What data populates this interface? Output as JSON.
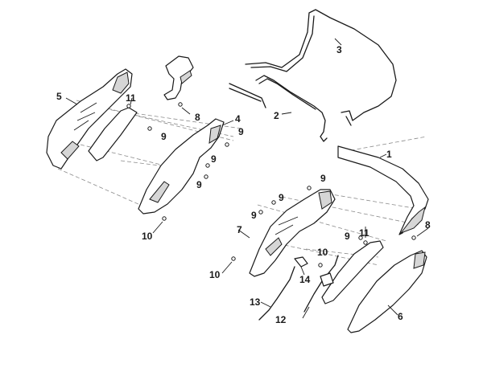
{
  "callouts": {
    "c1": "1",
    "c2": "2",
    "c3": "3",
    "c4": "4",
    "c5": "5",
    "c6": "6",
    "c7": "7",
    "c8a": "8",
    "c8b": "8",
    "c9a": "9",
    "c9b": "9",
    "c9c": "9",
    "c9d": "9",
    "c9e": "9",
    "c9f": "9",
    "c9g": "9",
    "c9h": "9",
    "c10a": "10",
    "c10b": "10",
    "c10c": "10",
    "c11a": "11",
    "c11b": "11",
    "c12": "12",
    "c13": "13",
    "c14": "14"
  }
}
